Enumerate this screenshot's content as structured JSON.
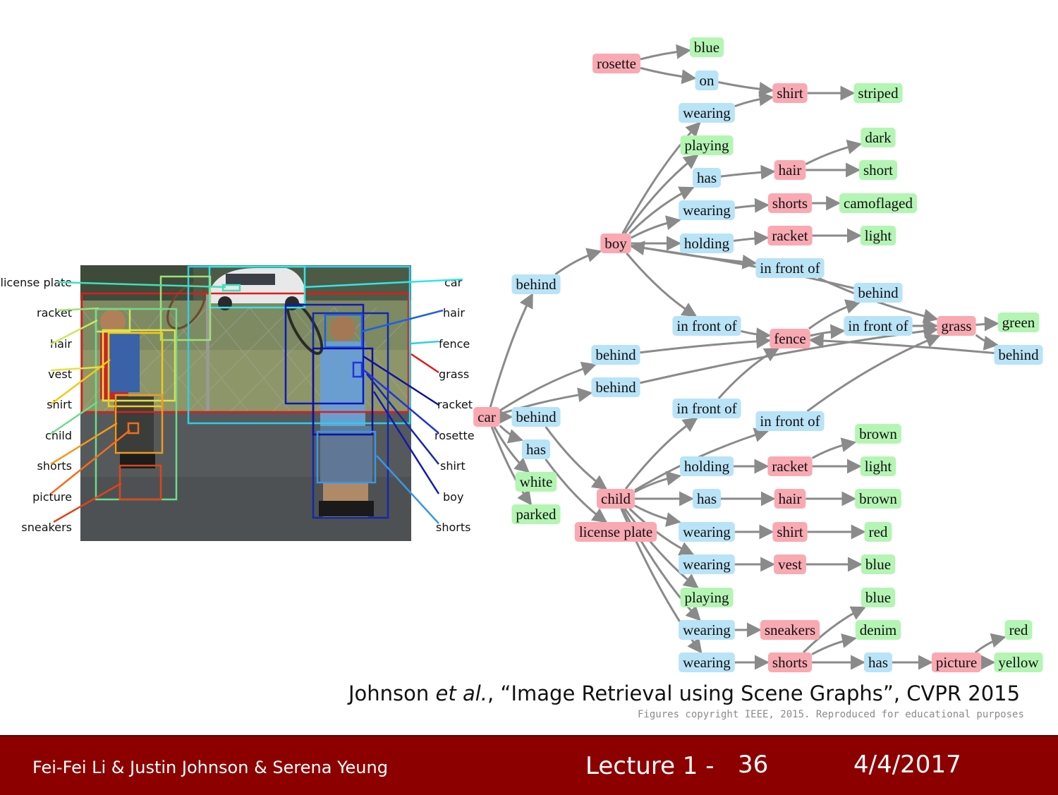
{
  "left_labels": [
    "license plate",
    "racket",
    "hair",
    "vest",
    "shirt",
    "child",
    "shorts",
    "picture",
    "sneakers"
  ],
  "right_labels": [
    "car",
    "hair",
    "fence",
    "grass",
    "racket",
    "rosette",
    "shirt",
    "boy",
    "shorts"
  ],
  "graph": {
    "colors": {
      "object": "#f9a9b2",
      "relation": "#b9e3f7",
      "attribute": "#b4f5b4",
      "edge": "#8a8a8a"
    },
    "nodes": [
      {
        "id": "rosette",
        "label": "rosette",
        "kind": "object"
      },
      {
        "id": "blue1",
        "label": "blue",
        "kind": "attribute"
      },
      {
        "id": "on",
        "label": "on",
        "kind": "relation"
      },
      {
        "id": "shirt1",
        "label": "shirt",
        "kind": "object"
      },
      {
        "id": "striped",
        "label": "striped",
        "kind": "attribute"
      },
      {
        "id": "wearing1",
        "label": "wearing",
        "kind": "relation"
      },
      {
        "id": "playing1",
        "label": "playing",
        "kind": "attribute"
      },
      {
        "id": "dark",
        "label": "dark",
        "kind": "attribute"
      },
      {
        "id": "has1",
        "label": "has",
        "kind": "relation"
      },
      {
        "id": "hair1",
        "label": "hair",
        "kind": "object"
      },
      {
        "id": "short",
        "label": "short",
        "kind": "attribute"
      },
      {
        "id": "wearing2",
        "label": "wearing",
        "kind": "relation"
      },
      {
        "id": "shorts1",
        "label": "shorts",
        "kind": "object"
      },
      {
        "id": "camoflaged",
        "label": "camoflaged",
        "kind": "attribute"
      },
      {
        "id": "boy",
        "label": "boy",
        "kind": "object"
      },
      {
        "id": "holding1",
        "label": "holding",
        "kind": "relation"
      },
      {
        "id": "racket1",
        "label": "racket",
        "kind": "object"
      },
      {
        "id": "light1",
        "label": "light",
        "kind": "attribute"
      },
      {
        "id": "behind1",
        "label": "behind",
        "kind": "relation"
      },
      {
        "id": "infront1",
        "label": "in front of",
        "kind": "relation"
      },
      {
        "id": "behind2",
        "label": "behind",
        "kind": "relation"
      },
      {
        "id": "infront2",
        "label": "in front of",
        "kind": "relation"
      },
      {
        "id": "fence",
        "label": "fence",
        "kind": "object"
      },
      {
        "id": "infront3",
        "label": "in front of",
        "kind": "relation"
      },
      {
        "id": "grass",
        "label": "grass",
        "kind": "object"
      },
      {
        "id": "green",
        "label": "green",
        "kind": "attribute"
      },
      {
        "id": "behind3",
        "label": "behind",
        "kind": "relation"
      },
      {
        "id": "behind4",
        "label": "behind",
        "kind": "relation"
      },
      {
        "id": "behind5",
        "label": "behind",
        "kind": "relation"
      },
      {
        "id": "car",
        "label": "car",
        "kind": "object"
      },
      {
        "id": "behind6",
        "label": "behind",
        "kind": "relation"
      },
      {
        "id": "infront4",
        "label": "in front of",
        "kind": "relation"
      },
      {
        "id": "infront5",
        "label": "in front of",
        "kind": "relation"
      },
      {
        "id": "has2",
        "label": "has",
        "kind": "relation"
      },
      {
        "id": "white",
        "label": "white",
        "kind": "attribute"
      },
      {
        "id": "parked",
        "label": "parked",
        "kind": "attribute"
      },
      {
        "id": "licplate",
        "label": "license plate",
        "kind": "object"
      },
      {
        "id": "child",
        "label": "child",
        "kind": "object"
      },
      {
        "id": "brown1",
        "label": "brown",
        "kind": "attribute"
      },
      {
        "id": "holding2",
        "label": "holding",
        "kind": "relation"
      },
      {
        "id": "racket2",
        "label": "racket",
        "kind": "object"
      },
      {
        "id": "light2",
        "label": "light",
        "kind": "attribute"
      },
      {
        "id": "has3",
        "label": "has",
        "kind": "relation"
      },
      {
        "id": "hair2",
        "label": "hair",
        "kind": "object"
      },
      {
        "id": "brown2",
        "label": "brown",
        "kind": "attribute"
      },
      {
        "id": "wearing3",
        "label": "wearing",
        "kind": "relation"
      },
      {
        "id": "shirt2",
        "label": "shirt",
        "kind": "object"
      },
      {
        "id": "red1",
        "label": "red",
        "kind": "attribute"
      },
      {
        "id": "wearing4",
        "label": "wearing",
        "kind": "relation"
      },
      {
        "id": "vest",
        "label": "vest",
        "kind": "object"
      },
      {
        "id": "blue2",
        "label": "blue",
        "kind": "attribute"
      },
      {
        "id": "playing2",
        "label": "playing",
        "kind": "attribute"
      },
      {
        "id": "blue3",
        "label": "blue",
        "kind": "attribute"
      },
      {
        "id": "wearing5",
        "label": "wearing",
        "kind": "relation"
      },
      {
        "id": "sneakers",
        "label": "sneakers",
        "kind": "object"
      },
      {
        "id": "denim",
        "label": "denim",
        "kind": "attribute"
      },
      {
        "id": "red2",
        "label": "red",
        "kind": "attribute"
      },
      {
        "id": "wearing6",
        "label": "wearing",
        "kind": "relation"
      },
      {
        "id": "shorts2",
        "label": "shorts",
        "kind": "object"
      },
      {
        "id": "has4",
        "label": "has",
        "kind": "relation"
      },
      {
        "id": "picture",
        "label": "picture",
        "kind": "object"
      },
      {
        "id": "yellow",
        "label": "yellow",
        "kind": "attribute"
      }
    ],
    "edges": [
      [
        "rosette",
        "blue1"
      ],
      [
        "rosette",
        "on"
      ],
      [
        "on",
        "shirt1"
      ],
      [
        "wearing1",
        "shirt1"
      ],
      [
        "shirt1",
        "striped"
      ],
      [
        "boy",
        "wearing1"
      ],
      [
        "boy",
        "playing1"
      ],
      [
        "boy",
        "has1"
      ],
      [
        "has1",
        "hair1"
      ],
      [
        "hair1",
        "dark"
      ],
      [
        "hair1",
        "short"
      ],
      [
        "boy",
        "wearing2"
      ],
      [
        "wearing2",
        "shorts1"
      ],
      [
        "shorts1",
        "camoflaged"
      ],
      [
        "boy",
        "holding1"
      ],
      [
        "holding1",
        "racket1"
      ],
      [
        "racket1",
        "light1"
      ],
      [
        "boy",
        "infront1"
      ],
      [
        "infront1",
        "grass"
      ],
      [
        "behind2",
        "boy"
      ],
      [
        "boy",
        "infront2"
      ],
      [
        "infront2",
        "fence"
      ],
      [
        "fence",
        "behind2"
      ],
      [
        "fence",
        "infront3"
      ],
      [
        "infront3",
        "grass"
      ],
      [
        "grass",
        "green"
      ],
      [
        "grass",
        "behind3"
      ],
      [
        "behind3",
        "fence"
      ],
      [
        "car",
        "behind1"
      ],
      [
        "behind1",
        "boy"
      ],
      [
        "car",
        "behind4"
      ],
      [
        "behind4",
        "fence"
      ],
      [
        "car",
        "behind5"
      ],
      [
        "behind5",
        "grass"
      ],
      [
        "car",
        "behind6"
      ],
      [
        "behind6",
        "child"
      ],
      [
        "car",
        "has2"
      ],
      [
        "has2",
        "licplate"
      ],
      [
        "car",
        "white"
      ],
      [
        "car",
        "parked"
      ],
      [
        "child",
        "infront4"
      ],
      [
        "infront4",
        "fence"
      ],
      [
        "child",
        "infront5"
      ],
      [
        "infront5",
        "grass"
      ],
      [
        "child",
        "holding2"
      ],
      [
        "holding2",
        "racket2"
      ],
      [
        "racket2",
        "brown1"
      ],
      [
        "racket2",
        "light2"
      ],
      [
        "child",
        "has3"
      ],
      [
        "has3",
        "hair2"
      ],
      [
        "hair2",
        "brown2"
      ],
      [
        "child",
        "wearing3"
      ],
      [
        "wearing3",
        "shirt2"
      ],
      [
        "shirt2",
        "red1"
      ],
      [
        "child",
        "wearing4"
      ],
      [
        "wearing4",
        "vest"
      ],
      [
        "vest",
        "blue2"
      ],
      [
        "child",
        "playing2"
      ],
      [
        "child",
        "wearing5"
      ],
      [
        "wearing5",
        "sneakers"
      ],
      [
        "child",
        "wearing6"
      ],
      [
        "wearing6",
        "shorts2"
      ],
      [
        "shorts2",
        "blue3"
      ],
      [
        "shorts2",
        "denim"
      ],
      [
        "shorts2",
        "has4"
      ],
      [
        "has4",
        "picture"
      ],
      [
        "picture",
        "red2"
      ],
      [
        "picture",
        "yellow"
      ]
    ]
  },
  "citation": {
    "prefix": "Johnson ",
    "italic": "et al.",
    "suffix": ", “Image Retrieval using Scene Graphs”, CVPR 2015"
  },
  "copyright": "Figures copyright IEEE, 2015. Reproduced for educational purposes",
  "footer": {
    "authors": "Fei-Fei Li & Justin Johnson & Serena Yeung",
    "lecture": "Lecture 1 -",
    "page": "36",
    "date": "4/4/2017"
  }
}
